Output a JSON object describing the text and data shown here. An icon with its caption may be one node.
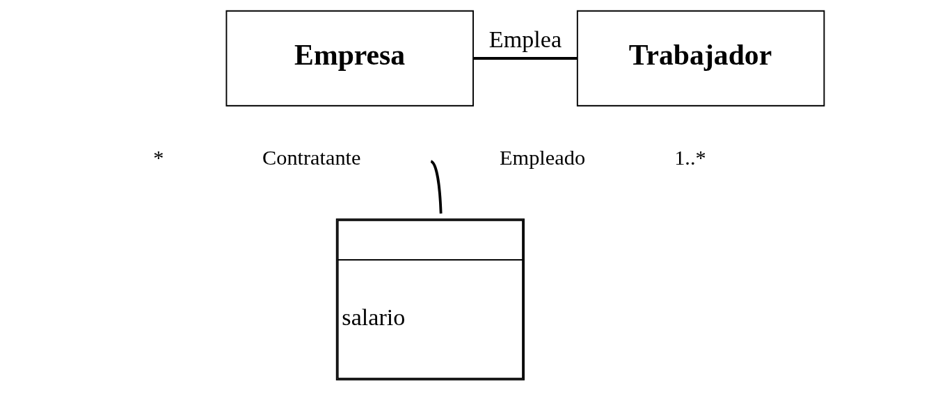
{
  "diagram": {
    "nodes": [
      {
        "text": [
          "Empresa"
        ]
      },
      {
        "text": [
          "Trabajador"
        ]
      },
      {
        "text": [
          "salario"
        ]
      }
    ],
    "edges": [
      {
        "from": 0,
        "to": 1,
        "arrow": "none",
        "label": "Emplea"
      },
      {
        "from": 2,
        "to": null,
        "arrow": "none"
      }
    ],
    "labels": [
      "*",
      "1..*",
      "Contratante",
      "Empleado"
    ]
  }
}
